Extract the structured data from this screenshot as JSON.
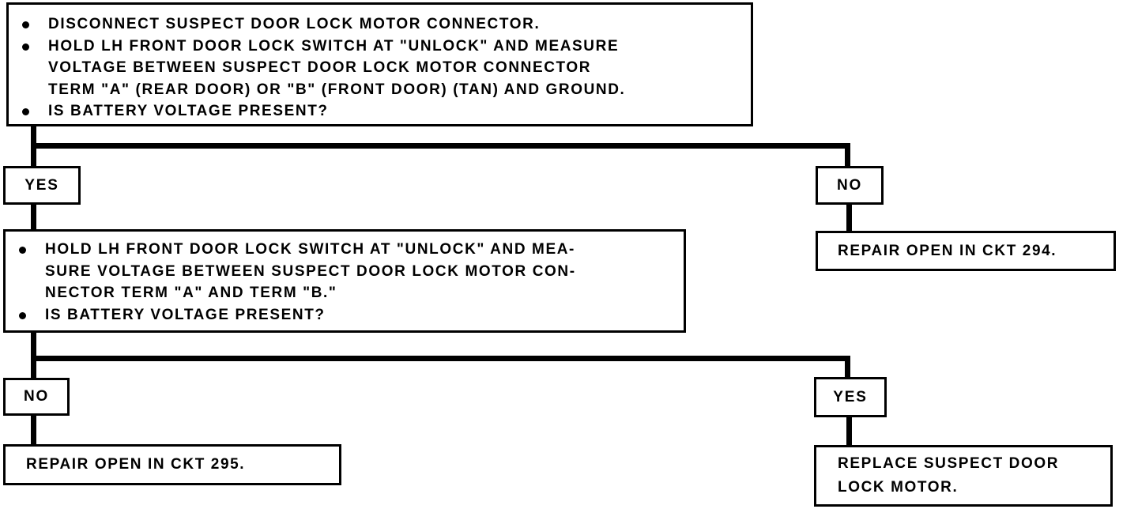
{
  "page": {
    "ink_color": "#000000",
    "paper_color": "#ffffff"
  },
  "flowchart": {
    "step1": {
      "bullets": [
        {
          "lines": [
            "DISCONNECT SUSPECT DOOR LOCK MOTOR CONNECTOR."
          ]
        },
        {
          "lines": [
            "HOLD LH FRONT DOOR LOCK SWITCH AT \"UNLOCK\" AND MEASURE",
            "VOLTAGE BETWEEN SUSPECT DOOR LOCK MOTOR CONNECTOR",
            "TERM \"A\" (REAR DOOR) OR \"B\" (FRONT DOOR) (TAN) AND GROUND."
          ]
        },
        {
          "lines": [
            "IS BATTERY VOLTAGE PRESENT?"
          ]
        }
      ]
    },
    "branch1": {
      "yes_label": "YES",
      "no_label": "NO"
    },
    "result_ckt294": {
      "lines": [
        "REPAIR OPEN IN CKT 294."
      ]
    },
    "step2": {
      "bullets": [
        {
          "lines": [
            "HOLD LH FRONT DOOR LOCK SWITCH AT \"UNLOCK\" AND MEA-",
            "SURE VOLTAGE BETWEEN SUSPECT DOOR LOCK MOTOR CON-",
            "NECTOR TERM \"A\" AND TERM \"B.\""
          ]
        },
        {
          "lines": [
            "IS BATTERY VOLTAGE PRESENT?"
          ]
        }
      ]
    },
    "branch2": {
      "no_label": "NO",
      "yes_label": "YES"
    },
    "result_ckt295": {
      "lines": [
        "REPAIR OPEN IN CKT 295."
      ]
    },
    "result_replace": {
      "lines": [
        "REPLACE SUSPECT DOOR",
        "LOCK MOTOR."
      ]
    }
  }
}
